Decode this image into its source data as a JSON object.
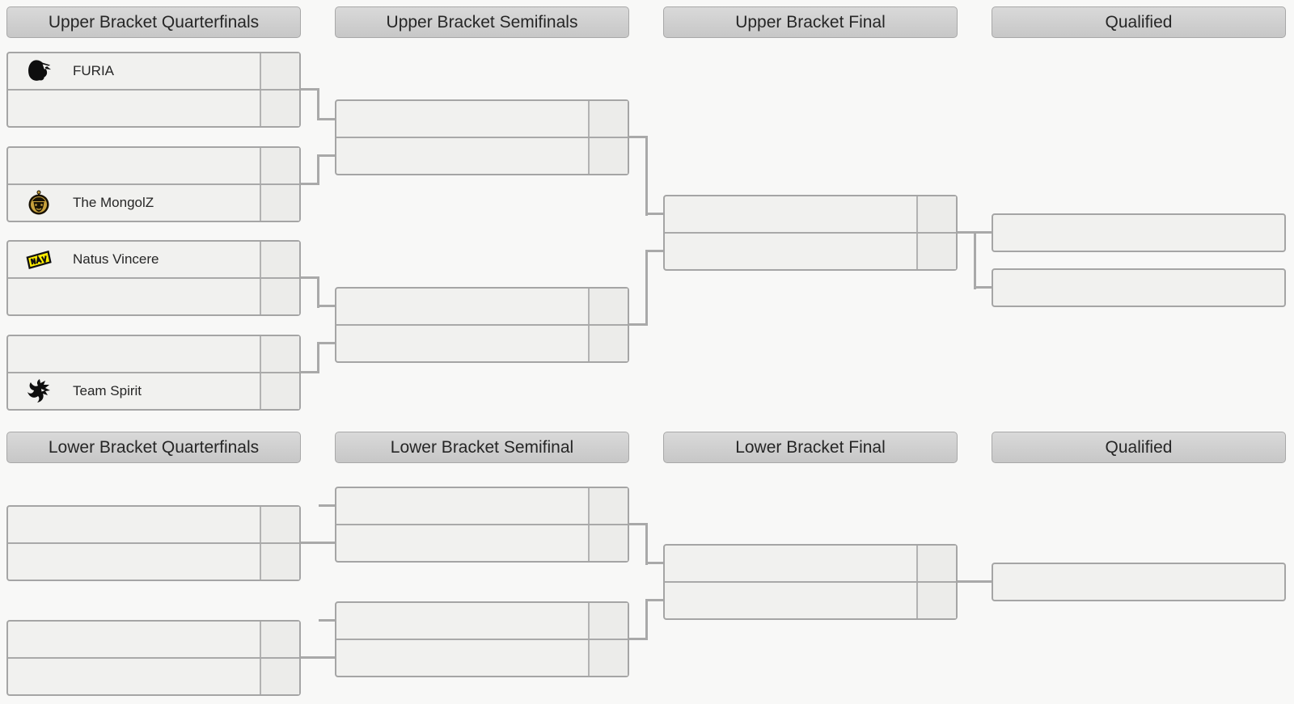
{
  "headers": {
    "upper_quarterfinals": "Upper Bracket Quarterfinals",
    "upper_semifinals": "Upper Bracket Semifinals",
    "upper_final": "Upper Bracket Final",
    "upper_qualified": "Qualified",
    "lower_quarterfinals": "Lower Bracket Quarterfinals",
    "lower_semifinal": "Lower Bracket Semifinal",
    "lower_final": "Lower Bracket Final",
    "lower_qualified": "Qualified"
  },
  "colors": {
    "page_bg": "#f8f8f7",
    "header_bg": "#cecece",
    "box_bg": "#f1f1ef",
    "score_cell_bg": "#ececea",
    "box_border": "#a5a5a5",
    "connector": "#a9a9a9",
    "text": "#262626",
    "navi_yellow": "#ffee00",
    "mongolz_gold": "#c8a13c",
    "logo_black": "#0e0e0e"
  },
  "icons": [
    "furia-logo-icon",
    "mongolz-logo-icon",
    "navi-logo-icon",
    "spirit-logo-icon"
  ],
  "matches": {
    "ubqf1": {
      "slots": [
        {
          "team": "FURIA",
          "score": "",
          "logo": "furia-logo-icon"
        },
        {
          "team": "",
          "score": "",
          "logo": ""
        }
      ]
    },
    "ubqf2": {
      "slots": [
        {
          "team": "",
          "score": "",
          "logo": ""
        },
        {
          "team": "The MongolZ",
          "score": "",
          "logo": "mongolz-logo-icon"
        }
      ]
    },
    "ubqf3": {
      "slots": [
        {
          "team": "Natus Vincere",
          "score": "",
          "logo": "navi-logo-icon"
        },
        {
          "team": "",
          "score": "",
          "logo": ""
        }
      ]
    },
    "ubqf4": {
      "slots": [
        {
          "team": "",
          "score": "",
          "logo": ""
        },
        {
          "team": "Team Spirit",
          "score": "",
          "logo": "spirit-logo-icon"
        }
      ]
    },
    "ubsf1": {
      "slots": [
        {
          "team": "",
          "score": ""
        },
        {
          "team": "",
          "score": ""
        }
      ]
    },
    "ubsf2": {
      "slots": [
        {
          "team": "",
          "score": ""
        },
        {
          "team": "",
          "score": ""
        }
      ]
    },
    "ubf": {
      "slots": [
        {
          "team": "",
          "score": ""
        },
        {
          "team": "",
          "score": ""
        }
      ]
    },
    "lbqf1": {
      "slots": [
        {
          "team": "",
          "score": ""
        },
        {
          "team": "",
          "score": ""
        }
      ]
    },
    "lbqf2": {
      "slots": [
        {
          "team": "",
          "score": ""
        },
        {
          "team": "",
          "score": ""
        }
      ]
    },
    "lbsf1": {
      "slots": [
        {
          "team": "",
          "score": ""
        },
        {
          "team": "",
          "score": ""
        }
      ]
    },
    "lbsf2": {
      "slots": [
        {
          "team": "",
          "score": ""
        },
        {
          "team": "",
          "score": ""
        }
      ]
    },
    "lbf": {
      "slots": [
        {
          "team": "",
          "score": ""
        },
        {
          "team": "",
          "score": ""
        }
      ]
    },
    "qualified_upper_1": {
      "team": ""
    },
    "qualified_upper_2": {
      "team": ""
    },
    "qualified_lower_1": {
      "team": ""
    }
  }
}
